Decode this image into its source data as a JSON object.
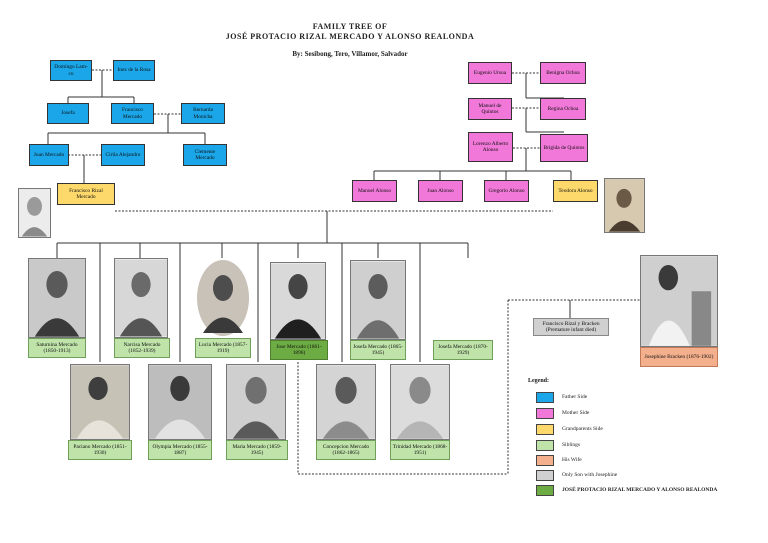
{
  "header": {
    "title_line1": "FAMILY TREE OF",
    "title_line2": "JOSÉ PROTACIO RIZAL MERCADO Y ALONSO REALONDA",
    "authors": "By: Sesibong, Tero, Villamor, Salvador"
  },
  "father_side": {
    "domingo": "Domingo Lam-co",
    "ines": "Inez de la Rosa",
    "josefa": "Josefa",
    "francisco_m": "Francisco Mercado",
    "bernarda": "Bernarda Monicha",
    "juan_m": "Juan Mercado",
    "cirila": "Cirila Alejandro",
    "clemente": "Clemente Mercado"
  },
  "mother_side": {
    "eugenio": "Eugenio Ursua",
    "benigna": "Benigna Ochoa",
    "manuel_q": "Manuel de Quintos",
    "regina": "Regina Ochoa",
    "lorenzo": "Lorenzo Alberto Alonso",
    "brigida": "Brigida de Quintos",
    "manuel_a": "Manuel Alonso",
    "juan_a": "Juan Alonso",
    "gregorio": "Gregorio Alonso"
  },
  "parents": {
    "father": "Francisco Rizal Mercado",
    "mother": "Teodora Alonso"
  },
  "siblings": {
    "saturnina": "Saturnina Mercado (1850-1913)",
    "narcisa": "Narcisa Mercado (1852-1939)",
    "lucia": "Lucia Mercado (1857-1919)",
    "jose": "Jose Mercado (1861-1896)",
    "josefa_m": "Josefa Mercado (1865-1945)",
    "josefa_m2": "Josefa Mercado (1870-1929)",
    "paciano": "Paciano Mercado (1851-1930)",
    "olympia": "Olympia Mercado (1855-1887)",
    "maria": "Maria Mercado (1859-1945)",
    "concepcion": "Concepcion Mercado (1862-1865)",
    "trinidad": "Trinidad Mercado (1868-1951)"
  },
  "spouse": {
    "son": "Francisco Rizal y Bracken (Premature infant died)",
    "wife": "Josephine Bracken (1876-1902)"
  },
  "legend": {
    "title": "Legend:",
    "items": [
      {
        "label": "Father Side",
        "color": "#1aa6e8"
      },
      {
        "label": "Mother Side",
        "color": "#f178d8"
      },
      {
        "label": "Grandparents Side",
        "color": "#fcd96a"
      },
      {
        "label": "Siblings",
        "color": "#bfe3a9"
      },
      {
        "label": "His Wife",
        "color": "#f4b08c"
      },
      {
        "label": "Only Son with Josephine",
        "color": "#d0d0d0"
      },
      {
        "label": "JOSÉ PROTACIO RIZAL MERCADO Y ALONSO REALONDA",
        "color": "#6dac43"
      }
    ]
  }
}
